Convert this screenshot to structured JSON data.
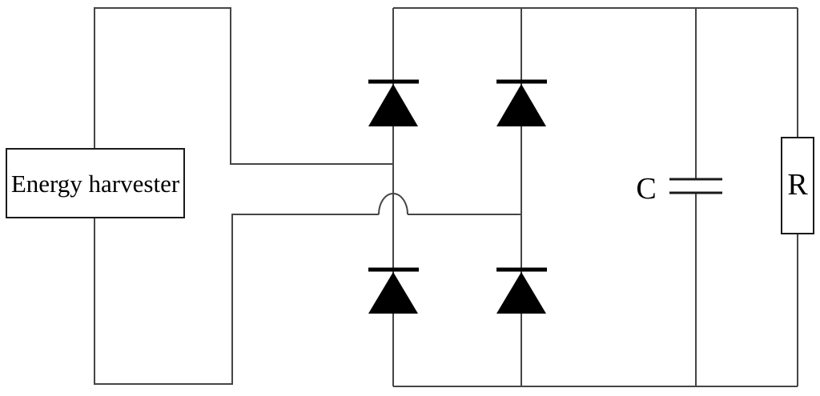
{
  "diagram": {
    "type": "circuit-schematic",
    "labels": {
      "source": "Energy harvester",
      "capacitor": "C",
      "resistor": "R"
    },
    "components": [
      {
        "id": "energy-harvester",
        "type": "source-block",
        "label": "Energy harvester"
      },
      {
        "id": "bridge-rectifier",
        "type": "diode-bridge",
        "diode_count": 4,
        "diode_orientation": "up"
      },
      {
        "id": "smoothing-capacitor",
        "type": "capacitor",
        "label": "C"
      },
      {
        "id": "load-resistor",
        "type": "resistor",
        "label": "R"
      }
    ],
    "colors": {
      "wire": "#454545",
      "component": "#1a1a1a",
      "diode": "#000000",
      "background": "#ffffff"
    }
  }
}
